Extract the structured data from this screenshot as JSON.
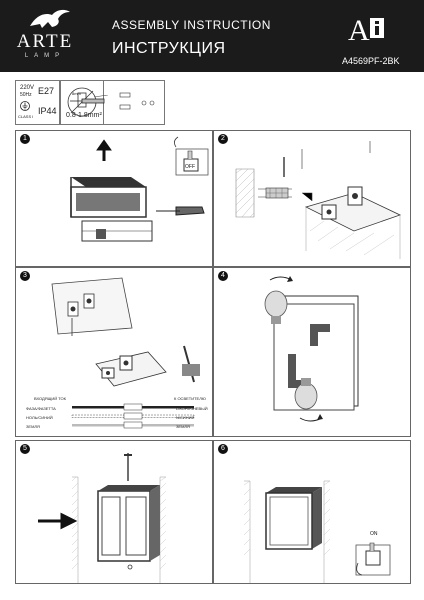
{
  "header": {
    "brand": "ARTE",
    "brand_sub": "LAMP",
    "title_en": "ASSEMBLY INSTRUCTION",
    "title_ru": "ИНСТРУКЦИЯ",
    "model_code": "A4569PF-2BK",
    "corner_letter": "A",
    "corner_icon": "info-book-icon"
  },
  "specs": {
    "voltage": "220V",
    "frequency": "50Hz",
    "socket": "E27",
    "protection": "IP44",
    "class_mark": "CLASS I",
    "strip_length": "8mm",
    "wire_section": "0.8-1.8mm²"
  },
  "steps": [
    {
      "number": "1",
      "switch_label": "OFF"
    },
    {
      "number": "2"
    },
    {
      "number": "3"
    },
    {
      "number": "4"
    },
    {
      "number": "5"
    },
    {
      "number": "6",
      "switch_label": "ON"
    }
  ],
  "wiring": {
    "left_heading": "ВХОДЯЩИЙ ТОК",
    "right_heading": "К ОСВЕТИТЕЛЮ",
    "rows": [
      {
        "left": "ФАЗА/ФАЗЕТТА",
        "right": "L/КОРИЧНЕВЫЙ"
      },
      {
        "left": "НОЛЬ/СИНИЙ",
        "right": "N/СИНИЙ"
      },
      {
        "left": "ЗЕМЛЯ",
        "right": "ЗЕМЛЯ"
      }
    ]
  }
}
